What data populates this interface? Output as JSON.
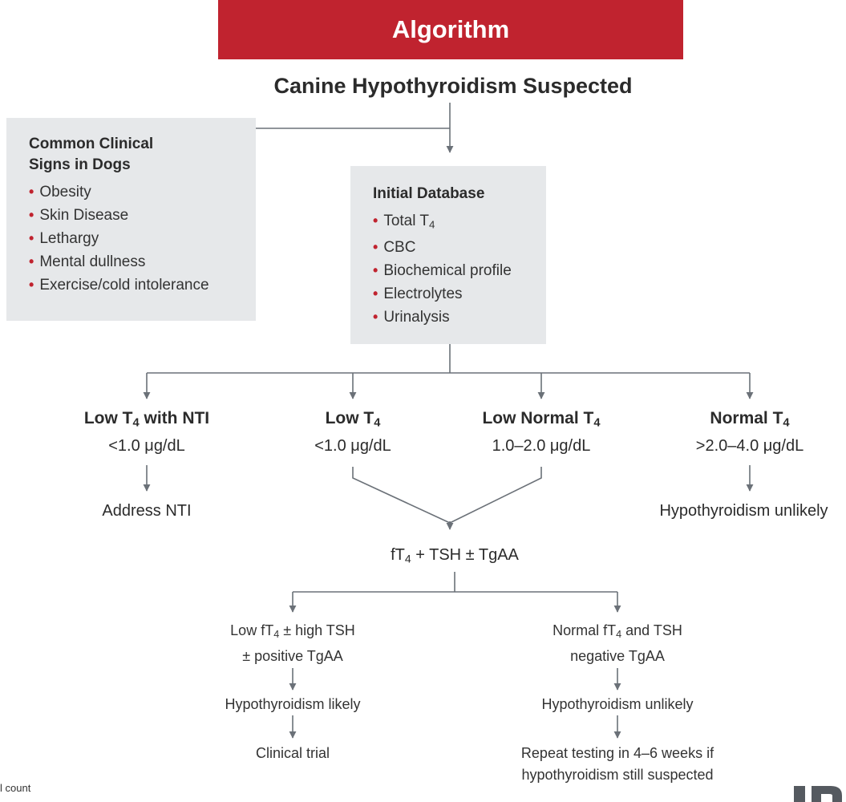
{
  "header": {
    "banner": "Algorithm",
    "title": "Canine Hypothyroidism Suspected"
  },
  "signs": {
    "title_line1": "Common Clinical",
    "title_line2": "Signs in Dogs",
    "items": [
      "Obesity",
      "Skin Disease",
      "Lethargy",
      "Mental dullness",
      "Exercise/cold intolerance"
    ]
  },
  "database": {
    "title": "Initial Database",
    "items": [
      {
        "text": "Total T",
        "sub": "4"
      },
      {
        "text": "CBC"
      },
      {
        "text": "Biochemical profile"
      },
      {
        "text": "Electrolytes"
      },
      {
        "text": "Urinalysis"
      }
    ]
  },
  "columns": {
    "nti": {
      "head": "Low T",
      "head_sub": "4",
      "head_suffix": " with NTI",
      "value": "<1.0 μg/dL",
      "result": "Address NTI"
    },
    "low": {
      "head": "Low T",
      "head_sub": "4",
      "value": "<1.0 μg/dL"
    },
    "lownormal": {
      "head": "Low Normal T",
      "head_sub": "4",
      "value": "1.0–2.0 μg/dL"
    },
    "normal": {
      "head": "Normal T",
      "head_sub": "4",
      "value": ">2.0–4.0 μg/dL",
      "result": "Hypothyroidism unlikely"
    }
  },
  "followup": {
    "test_prefix": "fT",
    "test_sub": "4",
    "test_suffix": " + TSH ± TgAA"
  },
  "left_branch": {
    "line1_prefix": "Low fT",
    "line1_sub": "4",
    "line1_suffix": " ± high TSH",
    "line2": "± positive TgAA",
    "result": "Hypothyroidism likely",
    "action": "Clinical trial"
  },
  "right_branch": {
    "line1_prefix": "Normal fT",
    "line1_sub": "4",
    "line1_suffix": " and TSH",
    "line2": "negative TgAA",
    "result": "Hypothyroidism unlikely",
    "action_line1": "Repeat testing in 4–6 weeks if",
    "action_line2": "hypothyroidism still suspected"
  },
  "footer": {
    "fragment": "l count"
  },
  "colors": {
    "banner": "#c0232f",
    "box": "#e6e8ea",
    "connector": "#6b7178",
    "bullet": "#c0232f"
  }
}
